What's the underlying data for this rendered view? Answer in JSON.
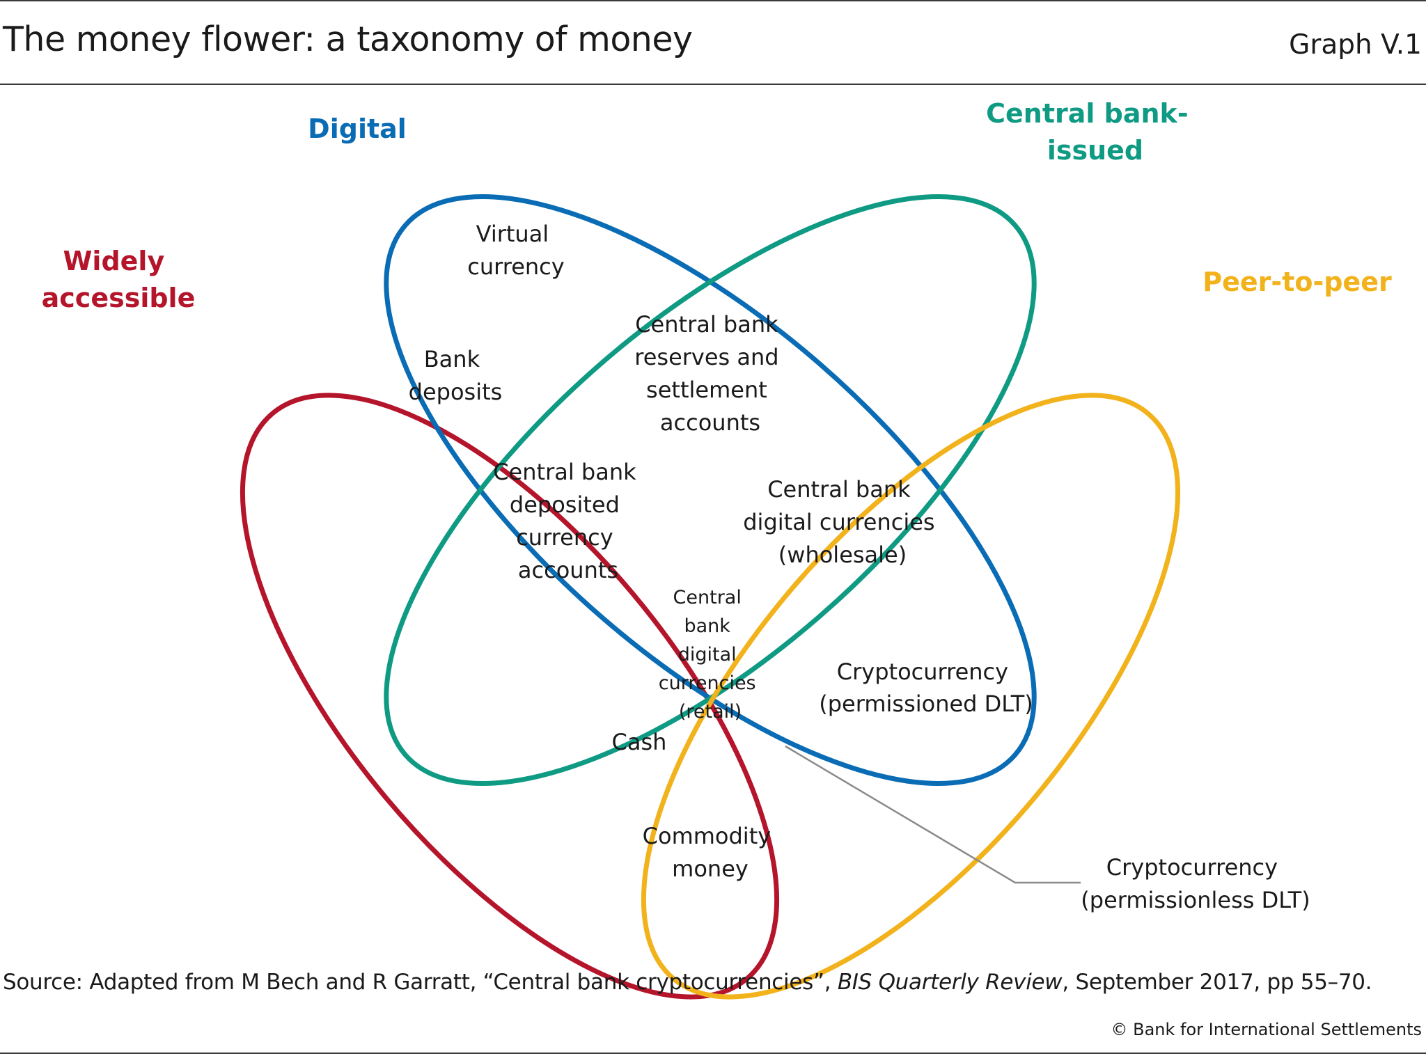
{
  "header": {
    "title": "The money flower: a taxonomy of money",
    "graph_id": "Graph V.1"
  },
  "sets": [
    {
      "id": "widely-accessible",
      "label_lines": [
        "Widely",
        "accessible"
      ],
      "color": "#b5152b"
    },
    {
      "id": "digital",
      "label_lines": [
        "Digital"
      ],
      "color": "#0a6cb4"
    },
    {
      "id": "central-bank-issued",
      "label_lines": [
        "Central bank-",
        "issued"
      ],
      "color": "#0f9a83"
    },
    {
      "id": "peer-to-peer",
      "label_lines": [
        "Peer-to-peer"
      ],
      "color": "#f2b21b"
    }
  ],
  "regions": [
    {
      "id": "virtual-currency",
      "lines": [
        "Virtual",
        "currency"
      ]
    },
    {
      "id": "bank-deposits",
      "lines": [
        "Bank",
        "deposits"
      ]
    },
    {
      "id": "cb-reserves",
      "lines": [
        "Central bank",
        "reserves and",
        "settlement",
        "accounts"
      ]
    },
    {
      "id": "cb-deposited",
      "lines": [
        "Central bank",
        "deposited",
        "currency",
        "accounts"
      ]
    },
    {
      "id": "cbdc-wholesale",
      "lines": [
        "Central bank",
        "digital currencies",
        "(wholesale)"
      ]
    },
    {
      "id": "cbdc-retail",
      "lines": [
        "Central",
        "bank",
        "digital",
        "currencies",
        "(retail)"
      ]
    },
    {
      "id": "crypto-permissioned",
      "lines": [
        "Cryptocurrency",
        "(permissioned DLT)"
      ]
    },
    {
      "id": "cash",
      "lines": [
        "Cash"
      ]
    },
    {
      "id": "commodity-money",
      "lines": [
        "Commodity",
        "money"
      ]
    },
    {
      "id": "crypto-permissionless",
      "lines": [
        "Cryptocurrency",
        "(permissionless DLT)"
      ]
    }
  ],
  "footer": {
    "source_prefix": "Source: Adapted from M Bech and R Garratt, “Central bank cryptocurrencies”, ",
    "source_italic": "BIS Quarterly Review",
    "source_suffix": ", September 2017, pp 55–70.",
    "copyright": "© Bank for International Settlements"
  }
}
